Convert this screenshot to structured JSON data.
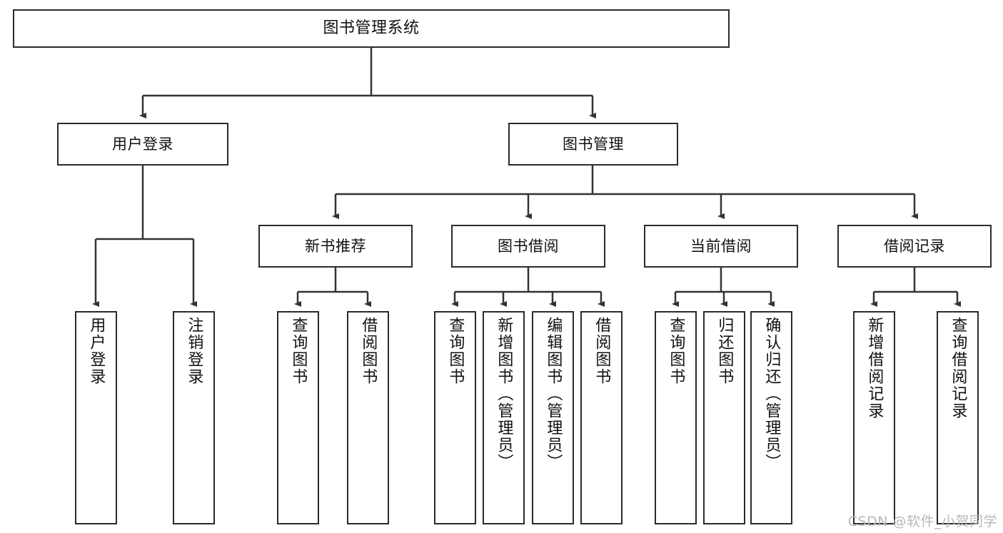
{
  "diagram": {
    "title": "图书管理系统",
    "type": "tree",
    "watermark": "CSDN @软件_小贺同学",
    "colors": {
      "node_border": "#2b2b2b",
      "node_fill": "#ffffff",
      "edge": "#333333",
      "text": "#111111",
      "watermark": "#b8b8b8"
    },
    "root": {
      "label": "图书管理系统"
    },
    "level2": [
      {
        "label": "用户登录"
      },
      {
        "label": "图书管理"
      }
    ],
    "level3": [
      {
        "label": "新书推荐"
      },
      {
        "label": "图书借阅"
      },
      {
        "label": "当前借阅"
      },
      {
        "label": "借阅记录"
      }
    ],
    "leaves": {
      "user_login": [
        {
          "label": "用户登录"
        },
        {
          "label": "注销登录"
        }
      ],
      "new_book_recommend": [
        {
          "label": "查询图书"
        },
        {
          "label": "借阅图书"
        }
      ],
      "book_borrow": [
        {
          "label": "查询图书"
        },
        {
          "label": "新增图书（管理员）"
        },
        {
          "label": "编辑图书（管理员）"
        },
        {
          "label": "借阅图书"
        }
      ],
      "current_borrow": [
        {
          "label": "查询图书"
        },
        {
          "label": "归还图书"
        },
        {
          "label": "确认归还（管理员）"
        }
      ],
      "borrow_record": [
        {
          "label": "新增借阅记录"
        },
        {
          "label": "查询借阅记录"
        }
      ]
    }
  }
}
